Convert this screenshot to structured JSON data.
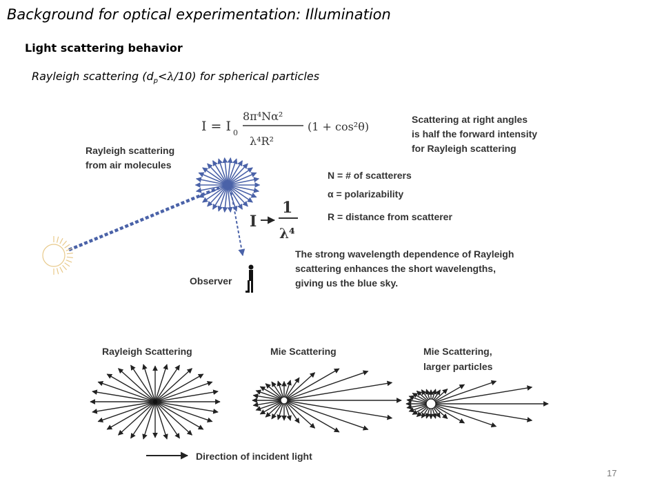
{
  "slide": {
    "title": "Background for optical experimentation: Illumination",
    "heading": "Light scattering behavior",
    "subtitle_pre": "Rayleigh scattering (d",
    "subtitle_sub": "p",
    "subtitle_mid": "<",
    "subtitle_lambda": "λ",
    "subtitle_post": "/10) for spherical particles",
    "page_number": "17"
  },
  "figure": {
    "formula": {
      "lhs": "I = I",
      "lhs_sub": "0",
      "numerator": "8π⁴Nα²",
      "denominator": "λ⁴R²",
      "rhs": "(1  + cos²θ)"
    },
    "proportionality": {
      "symbol": "I",
      "numerator": "1",
      "denominator": "λ⁴"
    },
    "note_right_angles": [
      "Scattering at right angles",
      "is half the forward intensity",
      "for Rayleigh scattering"
    ],
    "label_rayleigh_air": [
      "Rayleigh scattering",
      "from air molecules"
    ],
    "definitions": [
      "N = # of scatterers",
      "α  = polarizability",
      "R = distance from scatterer"
    ],
    "note_wavelength": [
      "The strong wavelength dependence of Rayleigh",
      "scattering enhances the short wavelengths,",
      "giving us the blue sky."
    ],
    "observer_label": "Observer",
    "patterns": [
      {
        "label": [
          "Rayleigh Scattering"
        ]
      },
      {
        "label": [
          "Mie Scattering"
        ]
      },
      {
        "label": [
          "Mie Scattering,",
          "larger particles"
        ]
      }
    ],
    "incident_light_label": "Direction of incident light",
    "colors": {
      "scatter_blue": "#4a62a8",
      "sun": "#e8c98a",
      "ink": "#222222"
    }
  }
}
